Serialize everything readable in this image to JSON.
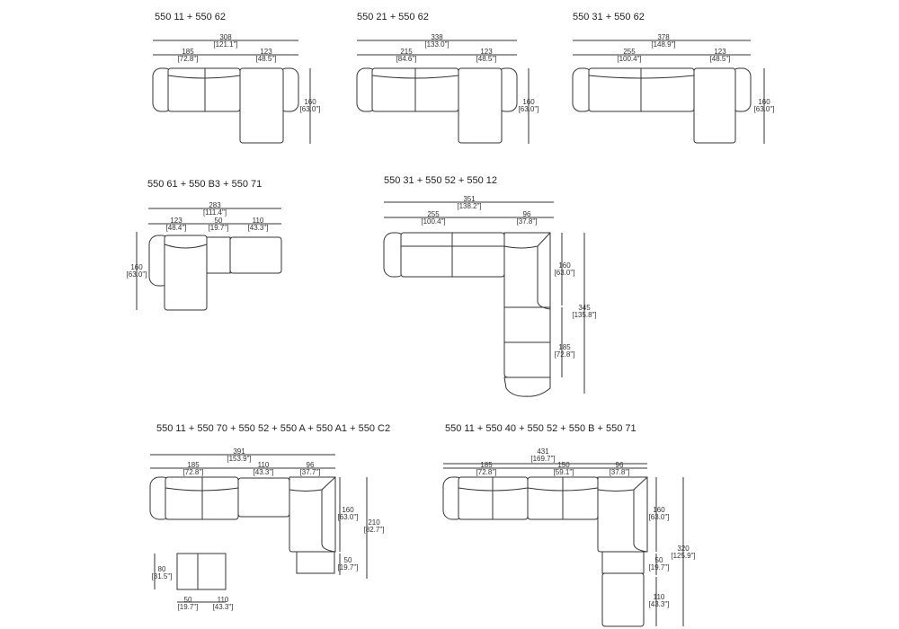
{
  "diagrams": [
    {
      "title": "550 11 + 550 62",
      "dims": [
        {
          "value": "308",
          "inch": "[121.1\"]"
        },
        {
          "value": "185",
          "inch": "[72.8\"]"
        },
        {
          "value": "123",
          "inch": "[48.5\"]"
        },
        {
          "value": "160",
          "inch": "[63.0\"]"
        }
      ]
    },
    {
      "title": "550 21 + 550 62",
      "dims": [
        {
          "value": "338",
          "inch": "[133.0\"]"
        },
        {
          "value": "215",
          "inch": "[84.6\"]"
        },
        {
          "value": "123",
          "inch": "[48.5\"]"
        },
        {
          "value": "160",
          "inch": "[63.0\"]"
        }
      ]
    },
    {
      "title": "550 31 + 550 62",
      "dims": [
        {
          "value": "378",
          "inch": "[148.9\"]"
        },
        {
          "value": "255",
          "inch": "[100.4\"]"
        },
        {
          "value": "123",
          "inch": "[48.5\"]"
        },
        {
          "value": "160",
          "inch": "[63.0\"]"
        }
      ]
    },
    {
      "title": "550 61 + 550 B3 + 550 71",
      "dims": [
        {
          "value": "283",
          "inch": "[111.4\"]"
        },
        {
          "value": "123",
          "inch": "[48.4\"]"
        },
        {
          "value": "50",
          "inch": "[19.7\"]"
        },
        {
          "value": "110",
          "inch": "[43.3\"]"
        },
        {
          "value": "160",
          "inch": "[63.0\"]"
        }
      ]
    },
    {
      "title": "550 31 + 550 52 + 550 12",
      "dims": [
        {
          "value": "351",
          "inch": "[138.2\"]"
        },
        {
          "value": "255",
          "inch": "[100.4\"]"
        },
        {
          "value": "96",
          "inch": "[37.8\"]"
        },
        {
          "value": "160",
          "inch": "[63.0\"]"
        },
        {
          "value": "345",
          "inch": "[135.8\"]"
        },
        {
          "value": "185",
          "inch": "[72.8\"]"
        }
      ]
    },
    {
      "title": "550 11 + 550 70 + 550 52 + 550 A + 550 A1 + 550 C2",
      "dims": [
        {
          "value": "391",
          "inch": "[153.9\"]"
        },
        {
          "value": "185",
          "inch": "[72.8\"]"
        },
        {
          "value": "110",
          "inch": "[43.3\"]"
        },
        {
          "value": "96",
          "inch": "[37.7\"]"
        },
        {
          "value": "160",
          "inch": "[63.0\"]"
        },
        {
          "value": "50",
          "inch": "[19.7\"]"
        },
        {
          "value": "210",
          "inch": "[82.7\"]"
        },
        {
          "value": "80",
          "inch": "[31.5\"]"
        },
        {
          "value": "50",
          "inch": "[19.7\"]"
        },
        {
          "value": "110",
          "inch": "[43.3\"]"
        }
      ]
    },
    {
      "title": "550 11 + 550 40 + 550 52 + 550 B + 550 71",
      "dims": [
        {
          "value": "431",
          "inch": "[169.7\"]"
        },
        {
          "value": "185",
          "inch": "[72.8\"]"
        },
        {
          "value": "150",
          "inch": "[59.1\"]"
        },
        {
          "value": "96",
          "inch": "[37.8\"]"
        },
        {
          "value": "160",
          "inch": "[63.0\"]"
        },
        {
          "value": "50",
          "inch": "[19.7\"]"
        },
        {
          "value": "110",
          "inch": "[43.3\"]"
        },
        {
          "value": "320",
          "inch": "[125.9\"]"
        }
      ]
    }
  ]
}
